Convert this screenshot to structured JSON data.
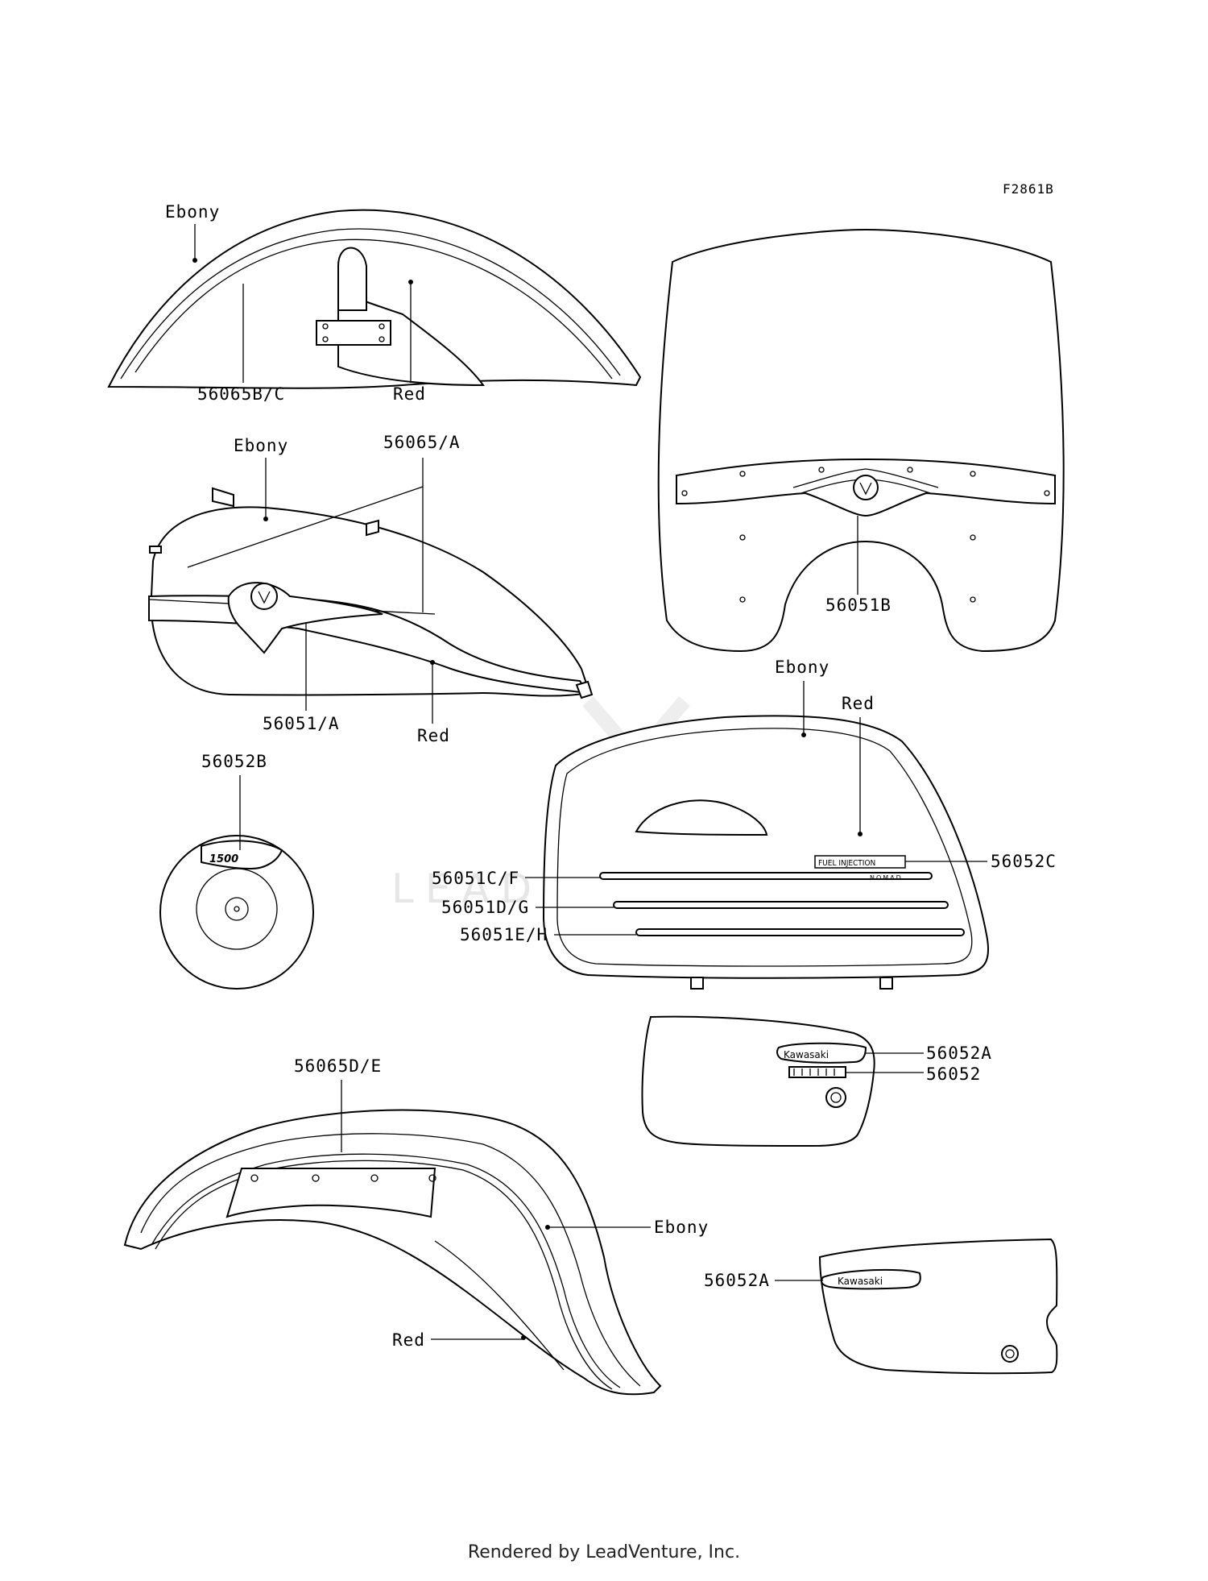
{
  "figure_code": "F2861B",
  "footer": "Rendered by LeadVenture, Inc.",
  "watermark": "LEADVENTURE",
  "emblems": {
    "fuel_injection": "FUEL INJECTION",
    "nomad": "NOMAD",
    "kawasaki": "Kawasaki",
    "badge_1500": "1500"
  },
  "labels": {
    "front_fender_color": "Ebony",
    "front_fender_stripe": "56065B/C",
    "front_fender_color_red": "Red",
    "tank_color": "Ebony",
    "tank_stripe": "56065/A",
    "tank_emblem": "56051/A",
    "tank_color_red": "Red",
    "windshield_emblem": "56051B",
    "round_badge": "56052B",
    "bag_color": "Ebony",
    "bag_color_red": "Red",
    "bag_fuel_injection": "56052C",
    "bag_stripe_1": "56051C/F",
    "bag_stripe_2": "56051D/G",
    "bag_stripe_3": "56051E/H",
    "cover_kawasaki": "56052A",
    "cover_model": "56052",
    "rear_fender_stripe": "56065D/E",
    "rear_fender_color": "Ebony",
    "rear_fender_color_red": "Red",
    "cover2_kawasaki": "56052A"
  }
}
